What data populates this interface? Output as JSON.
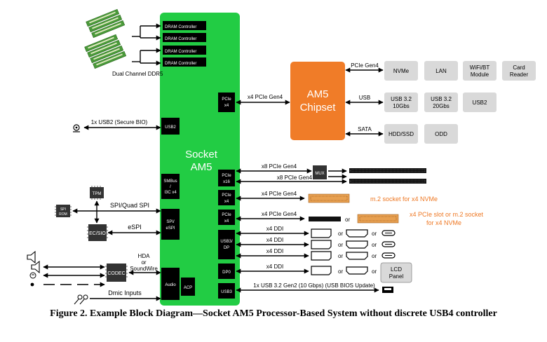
{
  "socket": {
    "title_line1": "Socket",
    "title_line2": "AM5",
    "dram_controllers": [
      "DRAM Controller",
      "DRAM Controller",
      "DRAM Controller",
      "DRAM Controller"
    ],
    "blocks": {
      "pcie_x4_top": [
        "PCIe",
        "x4"
      ],
      "usb2": [
        "USB2"
      ],
      "smbus": [
        "SMBus",
        "/",
        "I3C x4"
      ],
      "spi": [
        "SPI/",
        "eSPI"
      ],
      "audio": [
        "Audio"
      ],
      "acp": [
        "ACP"
      ],
      "pcie_x16": [
        "PCIe",
        "x16"
      ],
      "pcie_x4_a": [
        "PCIe",
        "x4"
      ],
      "pcie_x4_b": [
        "PCIe",
        "x4"
      ],
      "usb3_dp": [
        "USB3/",
        "DP"
      ],
      "dp0": [
        "DP0"
      ],
      "usb3": [
        "USB3"
      ]
    }
  },
  "memory": {
    "label": "Dual Channel DDR5"
  },
  "chipset": {
    "title_line1": "AM5",
    "title_line2": "Chipset",
    "uplink_label": "x4 PCIe Gen4",
    "pcie_label": "PCIe Gen4",
    "usb_label": "USB",
    "sata_label": "SATA",
    "boxes": [
      [
        "NVMe"
      ],
      [
        "LAN"
      ],
      [
        "WiFi/BT",
        "Module"
      ],
      [
        "Card",
        "Reader"
      ],
      [
        "USB 3.2",
        "10Gbs"
      ],
      [
        "USB 3.2",
        "20Gbs"
      ],
      [
        "USB2"
      ],
      [
        "HDD/SSD"
      ],
      [
        "ODD"
      ]
    ]
  },
  "left": {
    "usb2_label": "1x USB2 (Secure BIO)",
    "tpm": "TPM",
    "spirom": [
      "SPI",
      "ROM"
    ],
    "spi_label": "SPI/Quad SPI",
    "ec": "EC/SIO",
    "espi_label": "eSPI",
    "codec": "CODEC",
    "hda_label": [
      "HDA",
      "or",
      "SoundWire"
    ],
    "dmic_label": "Dmic Inputs"
  },
  "right": {
    "mux": "MUX",
    "x8_label_1": "x8 PCIe Gen4",
    "x8_label_2": "x8 PCIe Gen4",
    "x4_label_1": "x4 PCIe Gen4",
    "x4_label_2": "x4 PCIe Gen4",
    "m2_note": "m.2 socket for x4 NVMe",
    "slot_note": [
      "x4 PCIe slot or m.2 socket",
      "for x4 NVMe"
    ],
    "ddi_labels": [
      "x4 DDI",
      "x4 DDI",
      "x4 DDI",
      "x4 DDI"
    ],
    "or": "or",
    "lcd": [
      "LCD",
      "Panel"
    ],
    "usb_gen2_label": "1x USB 3.2 Gen2 (10 Gbps) (USB BIOS Update)"
  },
  "caption": "Figure 2. Example Block Diagram—Socket AM5 Processor-Based System without discrete USB4 controller",
  "colors": {
    "socket": "#22cc44",
    "chipset": "#f07c28",
    "note": "#ee7722",
    "box": "#d9d9d9"
  }
}
